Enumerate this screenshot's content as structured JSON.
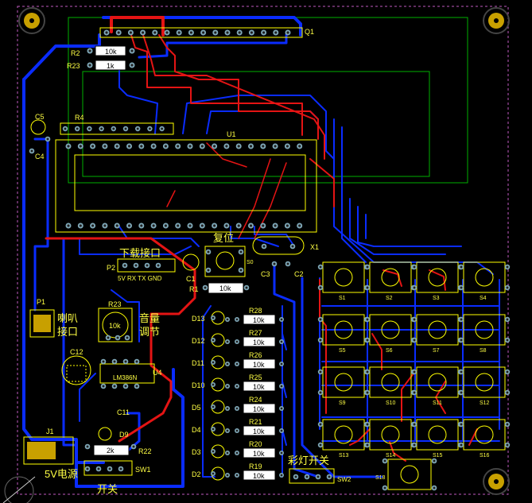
{
  "labels": {
    "q1": "Q1",
    "r2": "R2",
    "r23a": "R23",
    "r2_val": "10k",
    "r23_val": "1k",
    "c5": "C5",
    "c4": "C4",
    "r4": "R4",
    "u1": "U1",
    "reset": "复位",
    "x1": "X1",
    "download_port": "下载接口",
    "p2": "P2",
    "pins": "5V RX TX GND",
    "c1": "C1",
    "r1": "R1",
    "r1_val": "10k",
    "s0": "S0",
    "c3": "C3",
    "c2": "C2",
    "p1": "P1",
    "speaker": "喇叭",
    "port": "接口",
    "r23b": "R23",
    "pot_val": "10k",
    "volume": "音量",
    "adjust": "调节",
    "c12": "C12",
    "u4": "U4",
    "lm386": "LM386N",
    "c11": "C11",
    "j1": "J1",
    "power": "5V电源",
    "d9": "D9",
    "r22": "R22",
    "r22_val": "2k",
    "sw1": "SW1",
    "switch": "开关",
    "led_switch": "彩灯开关",
    "sw2": "SW2",
    "s18": "S18"
  },
  "leds": [
    {
      "d": "D13",
      "r": "R28",
      "v": "10k"
    },
    {
      "d": "D12",
      "r": "R27",
      "v": "10k"
    },
    {
      "d": "D11",
      "r": "R26",
      "v": "10k"
    },
    {
      "d": "D10",
      "r": "R25",
      "v": "10k"
    },
    {
      "d": "D5",
      "r": "R24",
      "v": "10k"
    },
    {
      "d": "D4",
      "r": "R21",
      "v": "10k"
    },
    {
      "d": "D3",
      "r": "R20",
      "v": "10k"
    },
    {
      "d": "D2",
      "r": "R19",
      "v": "10k"
    }
  ],
  "keys": [
    "S1",
    "S2",
    "S3",
    "S4",
    "S5",
    "S6",
    "S7",
    "S8",
    "S9",
    "S10",
    "S11",
    "S12",
    "S13",
    "S14",
    "S15",
    "S16"
  ],
  "colors": {
    "board": "#000000",
    "silk": "#ffff00",
    "top_copper": "#e41414",
    "bottom_copper": "#0a2cff",
    "pad": "#7fa8b8",
    "mount": "#c8a000"
  }
}
